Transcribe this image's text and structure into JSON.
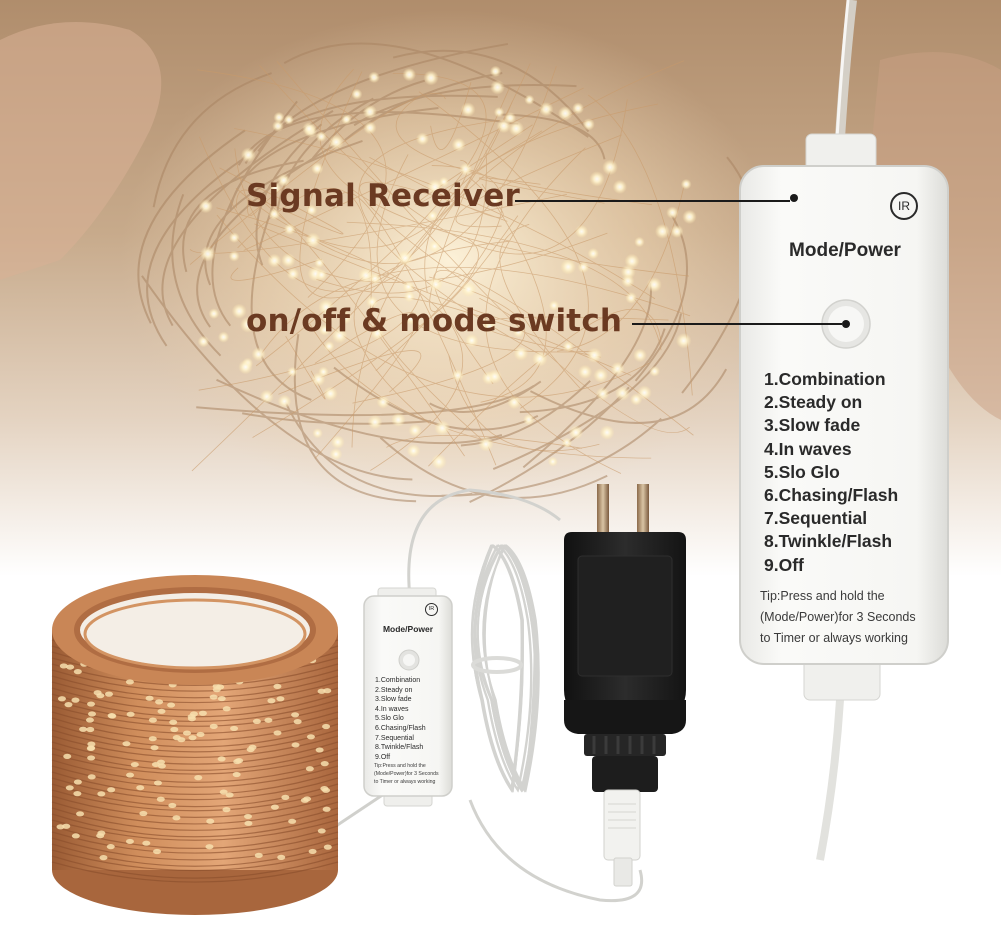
{
  "callouts": {
    "signal_receiver": "Signal Receiver",
    "switch": "on/off & mode switch"
  },
  "remote": {
    "ir_label": "IR",
    "title": "Mode/Power",
    "modes": [
      "1.Combination",
      "2.Steady on",
      "3.Slow fade",
      "4.In waves",
      "5.Slo Glo",
      "6.Chasing/Flash",
      "7.Sequential",
      "8.Twinkle/Flash",
      "9.Off"
    ],
    "tip_lines": [
      "Tip:Press and hold the",
      "(Mode/Power)for 3 Seconds",
      "to Timer or always working"
    ]
  },
  "small_remote": {
    "ir_label": "IR",
    "title": "Mode/Power",
    "modes": [
      "1.Combination",
      "2.Steady on",
      "3.Slow fade",
      "4.In waves",
      "5.Slo Glo",
      "6.Chasing/Flash",
      "7.Sequential",
      "8.Twinkle/Flash",
      "9.Off"
    ],
    "tip_lines": [
      "Tip:Press and hold the",
      "(Mode/Power)for 3 Seconds",
      "to Timer or always working"
    ]
  },
  "colors": {
    "callout_text": "#6b3a22",
    "copper_wire": "#c27a4b",
    "adapter_body": "#1e1e1e",
    "remote_body": "#f4f4f2",
    "warm_glow": "#fff3d6"
  }
}
